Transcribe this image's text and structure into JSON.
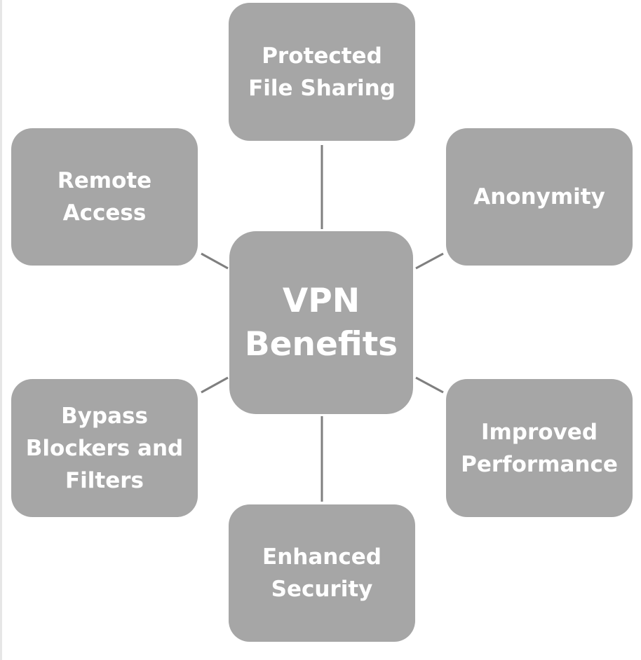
{
  "diagram": {
    "center": {
      "label": "VPN\nBenefits"
    },
    "benefits": [
      {
        "label": "Protected\nFile Sharing"
      },
      {
        "label": "Remote\nAccess"
      },
      {
        "label": "Anonymity"
      },
      {
        "label": "Bypass\nBlockers and\nFilters"
      },
      {
        "label": "Improved\nPerformance"
      },
      {
        "label": "Enhanced\nSecurity"
      }
    ]
  },
  "colors": {
    "node_fill": "#a6a6a6",
    "node_text": "#ffffff",
    "connector": "#7f7f7f"
  }
}
